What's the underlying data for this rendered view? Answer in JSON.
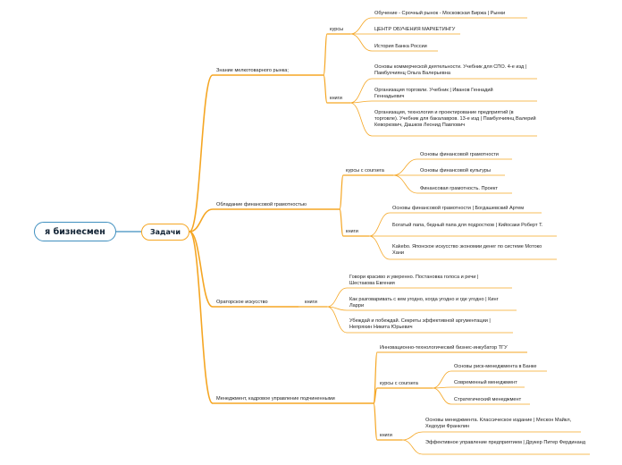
{
  "root": "я бизнесмен",
  "main": "Задачи",
  "branches": [
    {
      "label": "Знание мелкотоварного рынка;",
      "groups": [
        {
          "label": "курсы",
          "items": [
            "Обучение - Срочный рынок - Московская Биржа | Рынки",
            "ЦЕНТР ОБУЧЕНИЯ МАРКЕТИНГУ",
            "История Банка России"
          ]
        },
        {
          "label": "книги",
          "items": [
            "Основы коммерческой деятельности. Учебник для СПО. 4-е изд | Памбухчиянц Ольга Валерьевна",
            "Организация торговли. Учебник | Иванов Геннадий Геннадьевич",
            "Организация, технология и проектирование предприятий (в торговле). Учебник для бакалавров. 13-е изд | Памбухчиянц Валерий Кеворкович, Дашков Леонид Павлович"
          ]
        }
      ]
    },
    {
      "label": "Обладание финансовой грамотностью",
      "groups": [
        {
          "label": "курсы с coursera",
          "items": [
            "Основы финансовой грамотности",
            "Основы финансовой культуры",
            "Финансовая грамотность. Проект"
          ]
        },
        {
          "label": "книги",
          "items": [
            "Основы финансовой грамотности | Богдашевский Артем",
            "Богатый папа, бедный папа для подростков | Кийосаки Роберт Т.",
            "Kakebo. Японское искусство экономии денег по системе Мотоко Хани"
          ]
        }
      ]
    },
    {
      "label": "Ораторское искусство",
      "groups": [
        {
          "label": "книги",
          "items": [
            "Говори красиво и уверенно. Постановка голоса и речи | Шестакова Евгения",
            "Как разговаривать с кем угодно, когда угодно и где угодно | Кинг Ларри",
            "Убеждай и побеждай. Секреты эффективной аргументации | Непряхин Никита Юрьевич"
          ]
        }
      ]
    },
    {
      "label": "Менеджмент, кадровое управление подчиненными",
      "single": "Инновационно-технологический бизнес-инкубатор ТГУ",
      "groups": [
        {
          "label": "курсы с coursera",
          "items": [
            "Основы риск-менеджмента в Банке",
            "Современный менеджмент",
            "Стратегический менеджмент"
          ]
        },
        {
          "label": "книги",
          "items": [
            "Основы менеджмента. Классическое издание | Мескон Майкл, Хедоури Франклин",
            "Эффективное управление предприятием | Друкер Питер Фердинанд"
          ]
        }
      ]
    }
  ]
}
